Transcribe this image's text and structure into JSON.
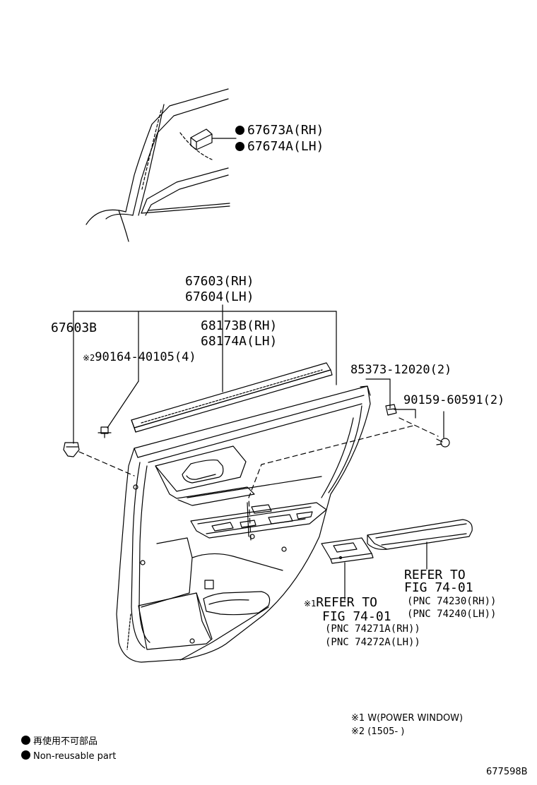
{
  "callouts": {
    "c67673": "67673A(RH)",
    "c67674": "67674A(LH)",
    "c67603": "67603(RH)",
    "c67604": "67604(LH)",
    "c67603b": "67603B",
    "c68173": "68173B(RH)",
    "c68174": "68174A(LH)",
    "c90164_mark": "※2",
    "c90164": "90164-40105(4)",
    "c85373": "85373-12020(2)",
    "c90159": "90159-60591(2)",
    "ref1_line1": "REFER TO",
    "ref1_line2": "FIG 74-01",
    "ref1_pnc1": "(PNC 74230(RH))",
    "ref1_pnc2": "(PNC 74240(LH))",
    "ref2_mark": "※1",
    "ref2_line1": "REFER TO",
    "ref2_line2": "FIG 74-01",
    "ref2_pnc1": "(PNC 74271A(RH))",
    "ref2_pnc2": "(PNC 74272A(LH))"
  },
  "notes": {
    "note1": "※1 W(POWER WINDOW)",
    "note2": "※2 (1505-       )"
  },
  "legend": {
    "item1": "再使用不可部品",
    "item2": "Non-reusable part"
  },
  "figure_id": "677598B"
}
